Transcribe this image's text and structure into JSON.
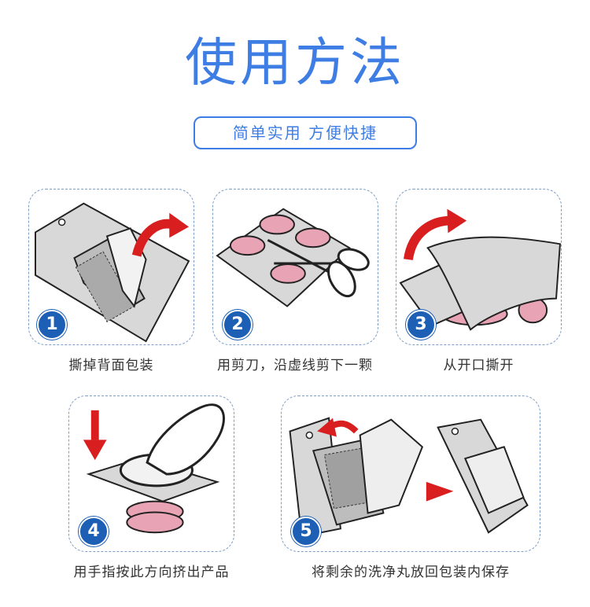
{
  "header": {
    "title": "使用方法",
    "subtitle": "简单实用 方便快捷"
  },
  "steps": [
    {
      "number": "1",
      "caption": "撕掉背面包装"
    },
    {
      "number": "2",
      "caption": "用剪刀，沿虚线剪下一颗"
    },
    {
      "number": "3",
      "caption": "从开口撕开"
    },
    {
      "number": "4",
      "caption": "用手指按此方向挤出产品"
    },
    {
      "number": "5",
      "caption": "将剩余的洗净丸放回包装内保存"
    }
  ],
  "colors": {
    "accent": "#3d7de4",
    "badge": "#1d5fb5",
    "arrow": "#d81e1e",
    "tablet": "#e8a3b4"
  }
}
